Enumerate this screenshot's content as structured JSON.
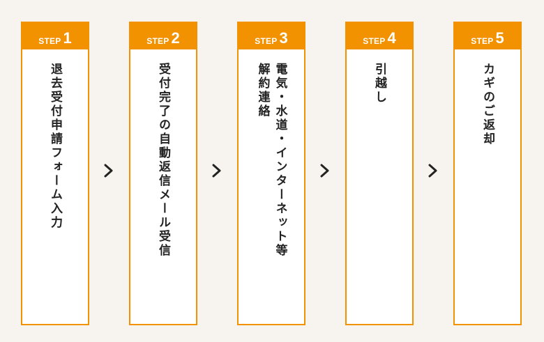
{
  "steps": [
    {
      "word": "STEP",
      "number": "1",
      "lines": [
        "退去受付申請フォーム入力"
      ]
    },
    {
      "word": "STEP",
      "number": "2",
      "lines": [
        "受付完了の自動返信メール受信"
      ]
    },
    {
      "word": "STEP",
      "number": "3",
      "lines": [
        "電気・水道・インターネット等",
        "解約連絡"
      ]
    },
    {
      "word": "STEP",
      "number": "4",
      "lines": [
        "引越し"
      ]
    },
    {
      "word": "STEP",
      "number": "5",
      "lines": [
        "カギのご返却"
      ]
    }
  ],
  "colors": {
    "accent": "#f39200",
    "background": "#f7f4ef",
    "text": "#222222"
  },
  "icons": {
    "arrow": "chevron-right-icon"
  }
}
